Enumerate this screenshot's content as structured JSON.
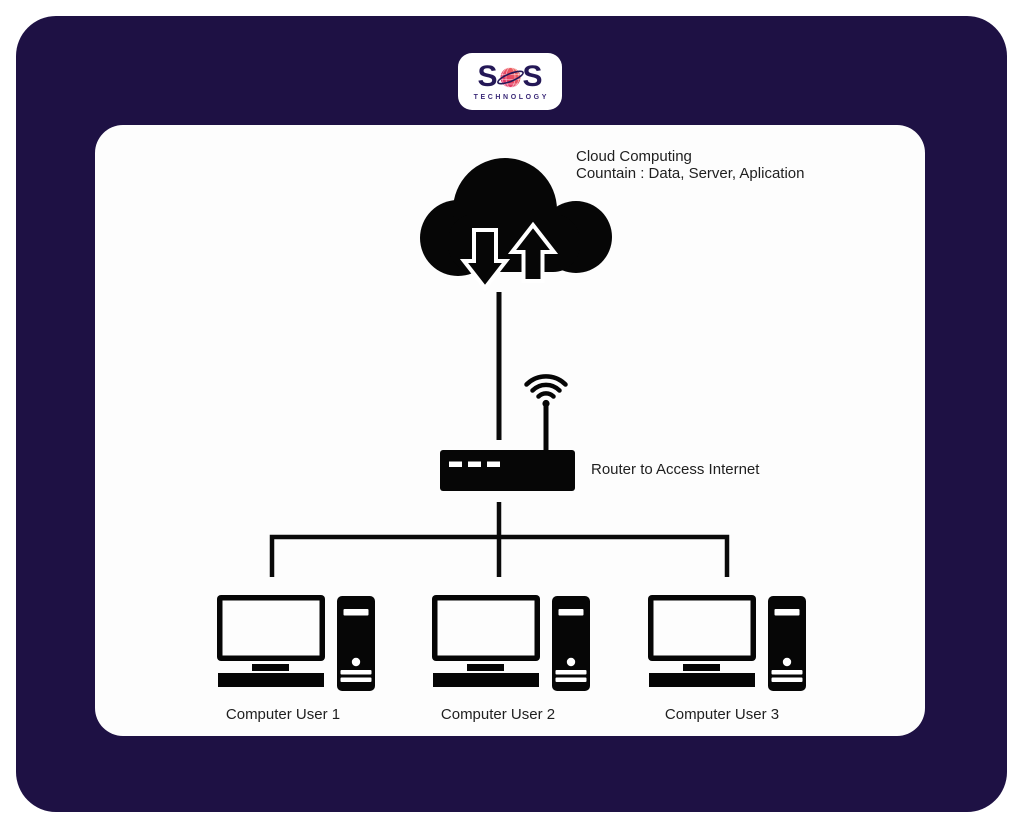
{
  "colors": {
    "panel_bg": "#1e1144",
    "card_bg": "#fdfdfd",
    "diagram_ink": "#060606",
    "logo_navy": "#241857",
    "logo_pink": "#de2368",
    "logo_pink_light": "#f2705c"
  },
  "logo": {
    "s_left": "S",
    "s_right": "S",
    "subtitle": "TECHNOLOGY",
    "globe_icon": "globe-icon",
    "orbit_icon": "orbit-ring-icon"
  },
  "diagram": {
    "cloud": {
      "icon": "cloud-icon",
      "download_arrow_icon": "download-arrow-icon",
      "upload_arrow_icon": "upload-arrow-icon",
      "label_line1": "Cloud Computing",
      "label_line2": "Countain : Data, Server, Aplication"
    },
    "router": {
      "icon": "router-icon",
      "wifi_icon": "wifi-icon",
      "label": "Router to Access Internet"
    },
    "computers": [
      {
        "icon": "computer-icon",
        "label": "Computer User 1"
      },
      {
        "icon": "computer-icon",
        "label": "Computer User 2"
      },
      {
        "icon": "computer-icon",
        "label": "Computer User 3"
      }
    ]
  }
}
